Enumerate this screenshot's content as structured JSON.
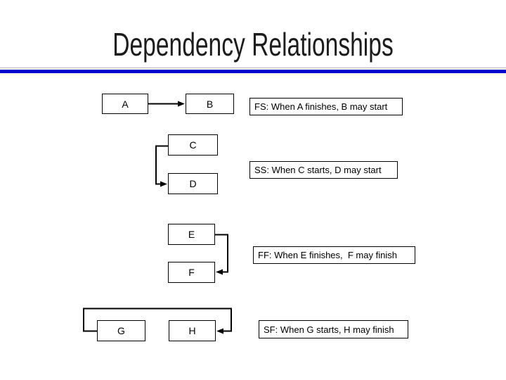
{
  "slide": {
    "title": "Dependency Relationships",
    "accent_color": "#0000cc",
    "nodes": [
      {
        "id": "A",
        "label": "A"
      },
      {
        "id": "B",
        "label": "B"
      },
      {
        "id": "C",
        "label": "C"
      },
      {
        "id": "D",
        "label": "D"
      },
      {
        "id": "E",
        "label": "E"
      },
      {
        "id": "F",
        "label": "F"
      },
      {
        "id": "G",
        "label": "G"
      },
      {
        "id": "H",
        "label": "H"
      }
    ],
    "legends": [
      {
        "id": "FS",
        "text": "FS: When A finishes, B may start"
      },
      {
        "id": "SS",
        "text": "SS: When C starts, D may start"
      },
      {
        "id": "FF",
        "text": "FF: When E finishes,  F may finish"
      },
      {
        "id": "SF",
        "text": "SF: When G starts, H may finish"
      }
    ],
    "relationships": [
      {
        "type": "FS",
        "from": "A",
        "to": "B"
      },
      {
        "type": "SS",
        "from": "C",
        "to": "D"
      },
      {
        "type": "FF",
        "from": "E",
        "to": "F"
      },
      {
        "type": "SF",
        "from": "G",
        "to": "H"
      }
    ]
  }
}
